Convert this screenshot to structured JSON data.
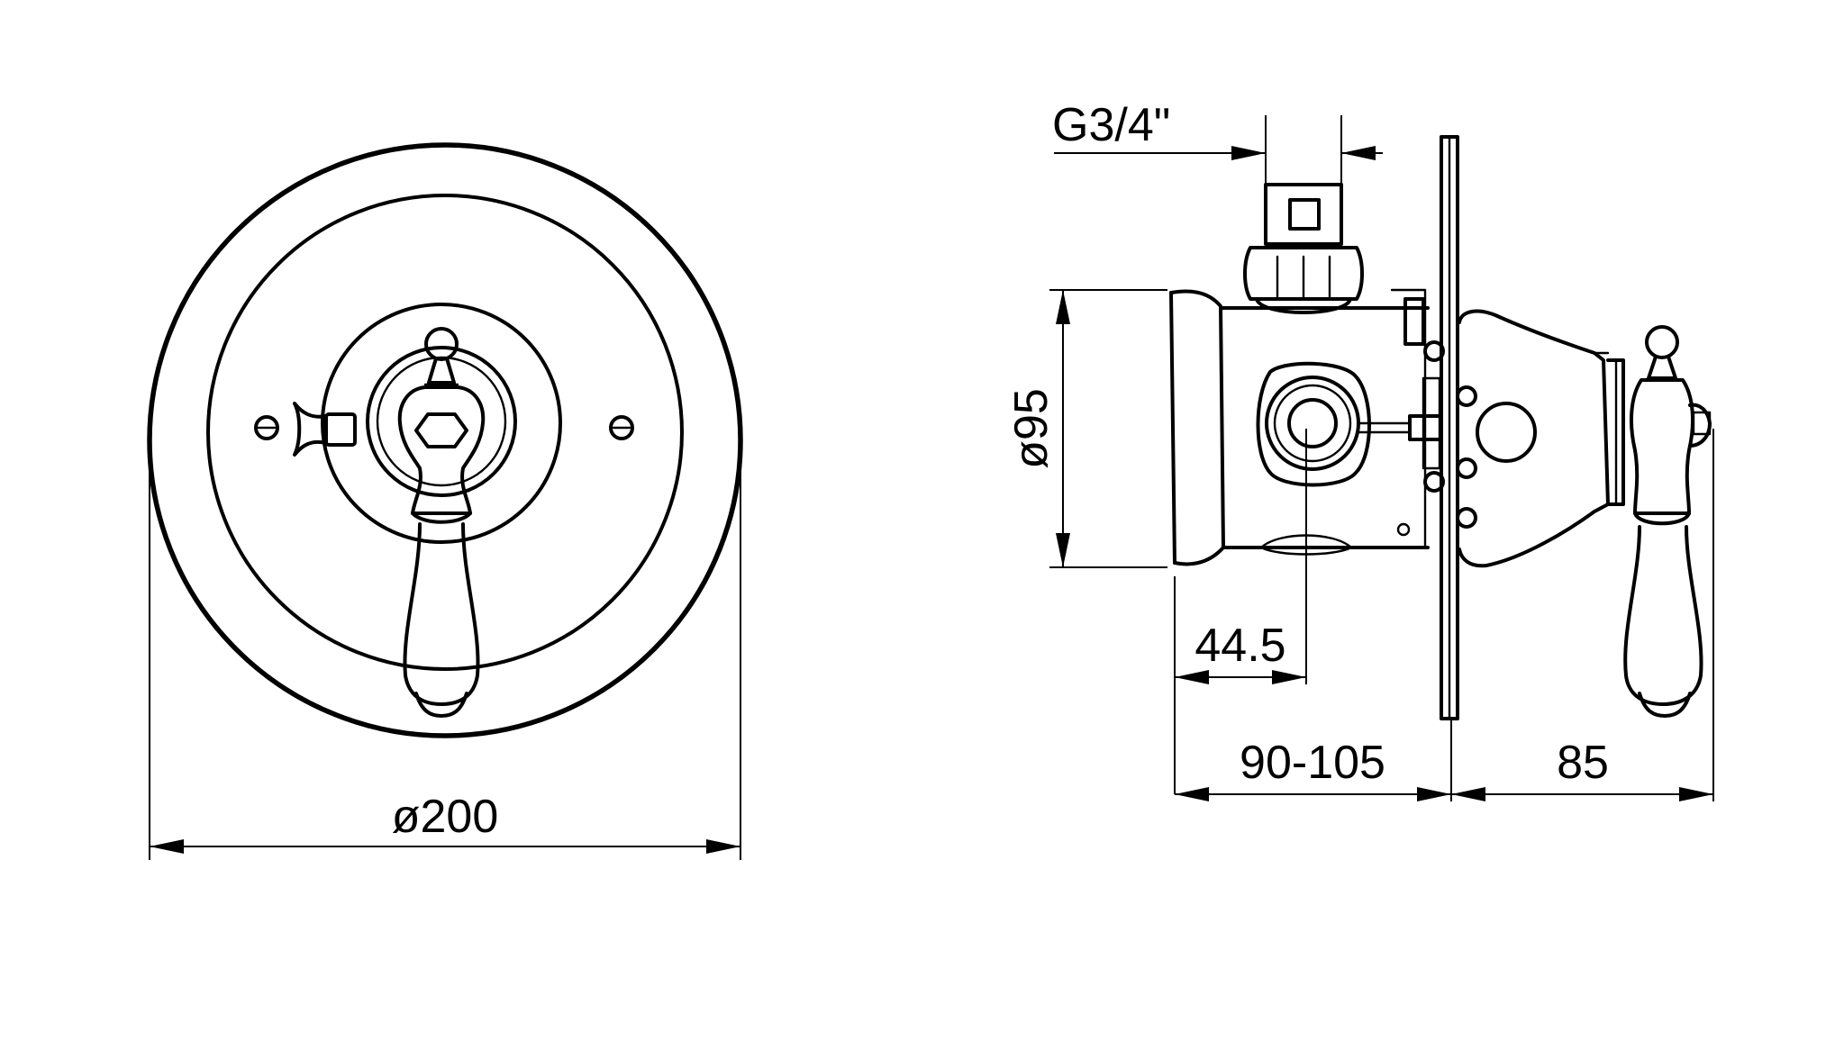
{
  "drawing": {
    "front_view": {
      "diameter_label": "ø200"
    },
    "side_view": {
      "thread_label": "G3/4\"",
      "body_diameter_label": "ø95",
      "axis_offset_label": "44.5",
      "wall_depth_label": "90-105",
      "projection_label": "85"
    }
  }
}
